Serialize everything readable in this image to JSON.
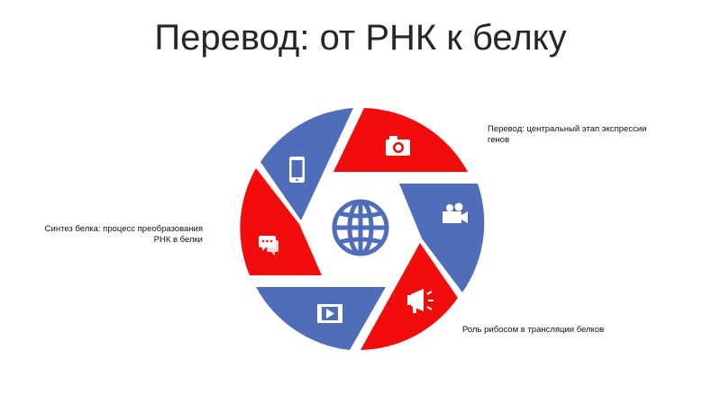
{
  "title": "Перевод: от РНК к белку",
  "captions": {
    "top_right": "Перевод: центральный этап экспрессии генов",
    "left": "Синтез белка: процесс преобразования РНК в белки",
    "bottom_right": "Роль рибосом в трансляции белков"
  },
  "colors": {
    "red": "#f20d0d",
    "blue": "#4f6db8",
    "icon": "#ffffff"
  },
  "segments": [
    {
      "icon": "camera-icon",
      "color": "red"
    },
    {
      "icon": "video-camera-icon",
      "color": "blue"
    },
    {
      "icon": "megaphone-icon",
      "color": "red"
    },
    {
      "icon": "play-video-icon",
      "color": "blue"
    },
    {
      "icon": "chat-bubbles-icon",
      "color": "red"
    },
    {
      "icon": "smartphone-icon",
      "color": "blue"
    }
  ],
  "center_icon": "globe-icon"
}
